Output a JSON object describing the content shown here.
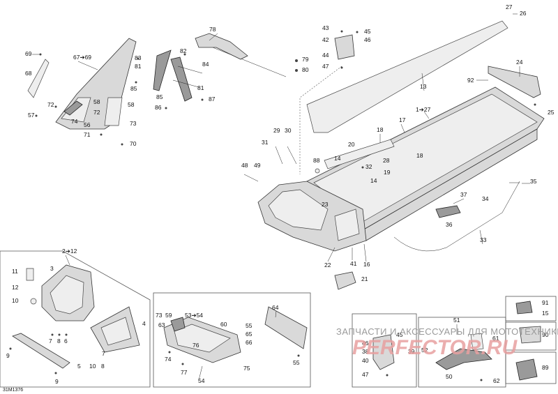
{
  "diagram": {
    "code": "31M1376",
    "labels": {
      "l27": "27",
      "l26": "26",
      "l43": "43",
      "l45": "45",
      "l42": "42",
      "l46": "46",
      "l44": "44",
      "l47": "47",
      "l24": "24",
      "l92": "92",
      "l13": "13",
      "l25": "25",
      "l1to27": "1➔27",
      "l17": "17",
      "l18a": "18",
      "l20": "20",
      "l14a": "14",
      "l32": "32",
      "l28": "28",
      "l18b": "18",
      "l19": "19",
      "l14b": "14",
      "l29": "29",
      "l30": "30",
      "l31": "31",
      "l48": "48",
      "l49": "49",
      "l88": "88",
      "l35": "35",
      "l34": "34",
      "l37": "37",
      "l23": "23",
      "l36": "36",
      "l33": "33",
      "l22": "22",
      "l41": "41",
      "l16": "16",
      "l21": "21",
      "l69": "69",
      "l67to69": "67➔69",
      "l68": "68",
      "l72a": "72",
      "l57": "57",
      "l58a": "58",
      "l72b": "72",
      "l74a": "74",
      "l56": "56",
      "l58b": "58",
      "l71": "71",
      "l73a": "73",
      "l70": "70",
      "l83": "83",
      "l82": "82",
      "l81a": "81",
      "l84": "84",
      "l85a": "85",
      "l85b": "85",
      "l81b": "81",
      "l86": "86",
      "l87": "87",
      "l78": "78",
      "l79": "79",
      "l80": "80",
      "l2to12": "2➔12",
      "l11": "11",
      "l3": "3",
      "l12": "12",
      "l10a": "10",
      "l4": "4",
      "l7a": "7",
      "l8a": "8",
      "l6": "6",
      "l9a": "9",
      "l5": "5",
      "l7b": "7",
      "l10b": "10",
      "l8b": "8",
      "l9b": "9",
      "l73b": "73",
      "l59": "59",
      "l53to54": "53➔54",
      "l63": "63",
      "l60": "60",
      "l76": "76",
      "l74b": "74",
      "l77": "77",
      "l54": "54",
      "l75": "75",
      "l64": "64",
      "l55a": "55",
      "l65": "65",
      "l66": "66",
      "l55b": "55",
      "l51": "51",
      "l46b": "46",
      "l45b": "45",
      "l38": "38",
      "l40": "40",
      "l52": "52",
      "l39": "39",
      "l47b": "47",
      "l50": "50",
      "l61": "61",
      "l62": "62",
      "l91": "91",
      "l15": "15",
      "l90": "90",
      "l89": "89"
    },
    "watermark": {
      "text": "ЗАПЧАСТИ И АКСЕССУАРЫ ДЛЯ МОТОТЕХНИКИ",
      "logo": "PERFECTOR.RU"
    }
  }
}
